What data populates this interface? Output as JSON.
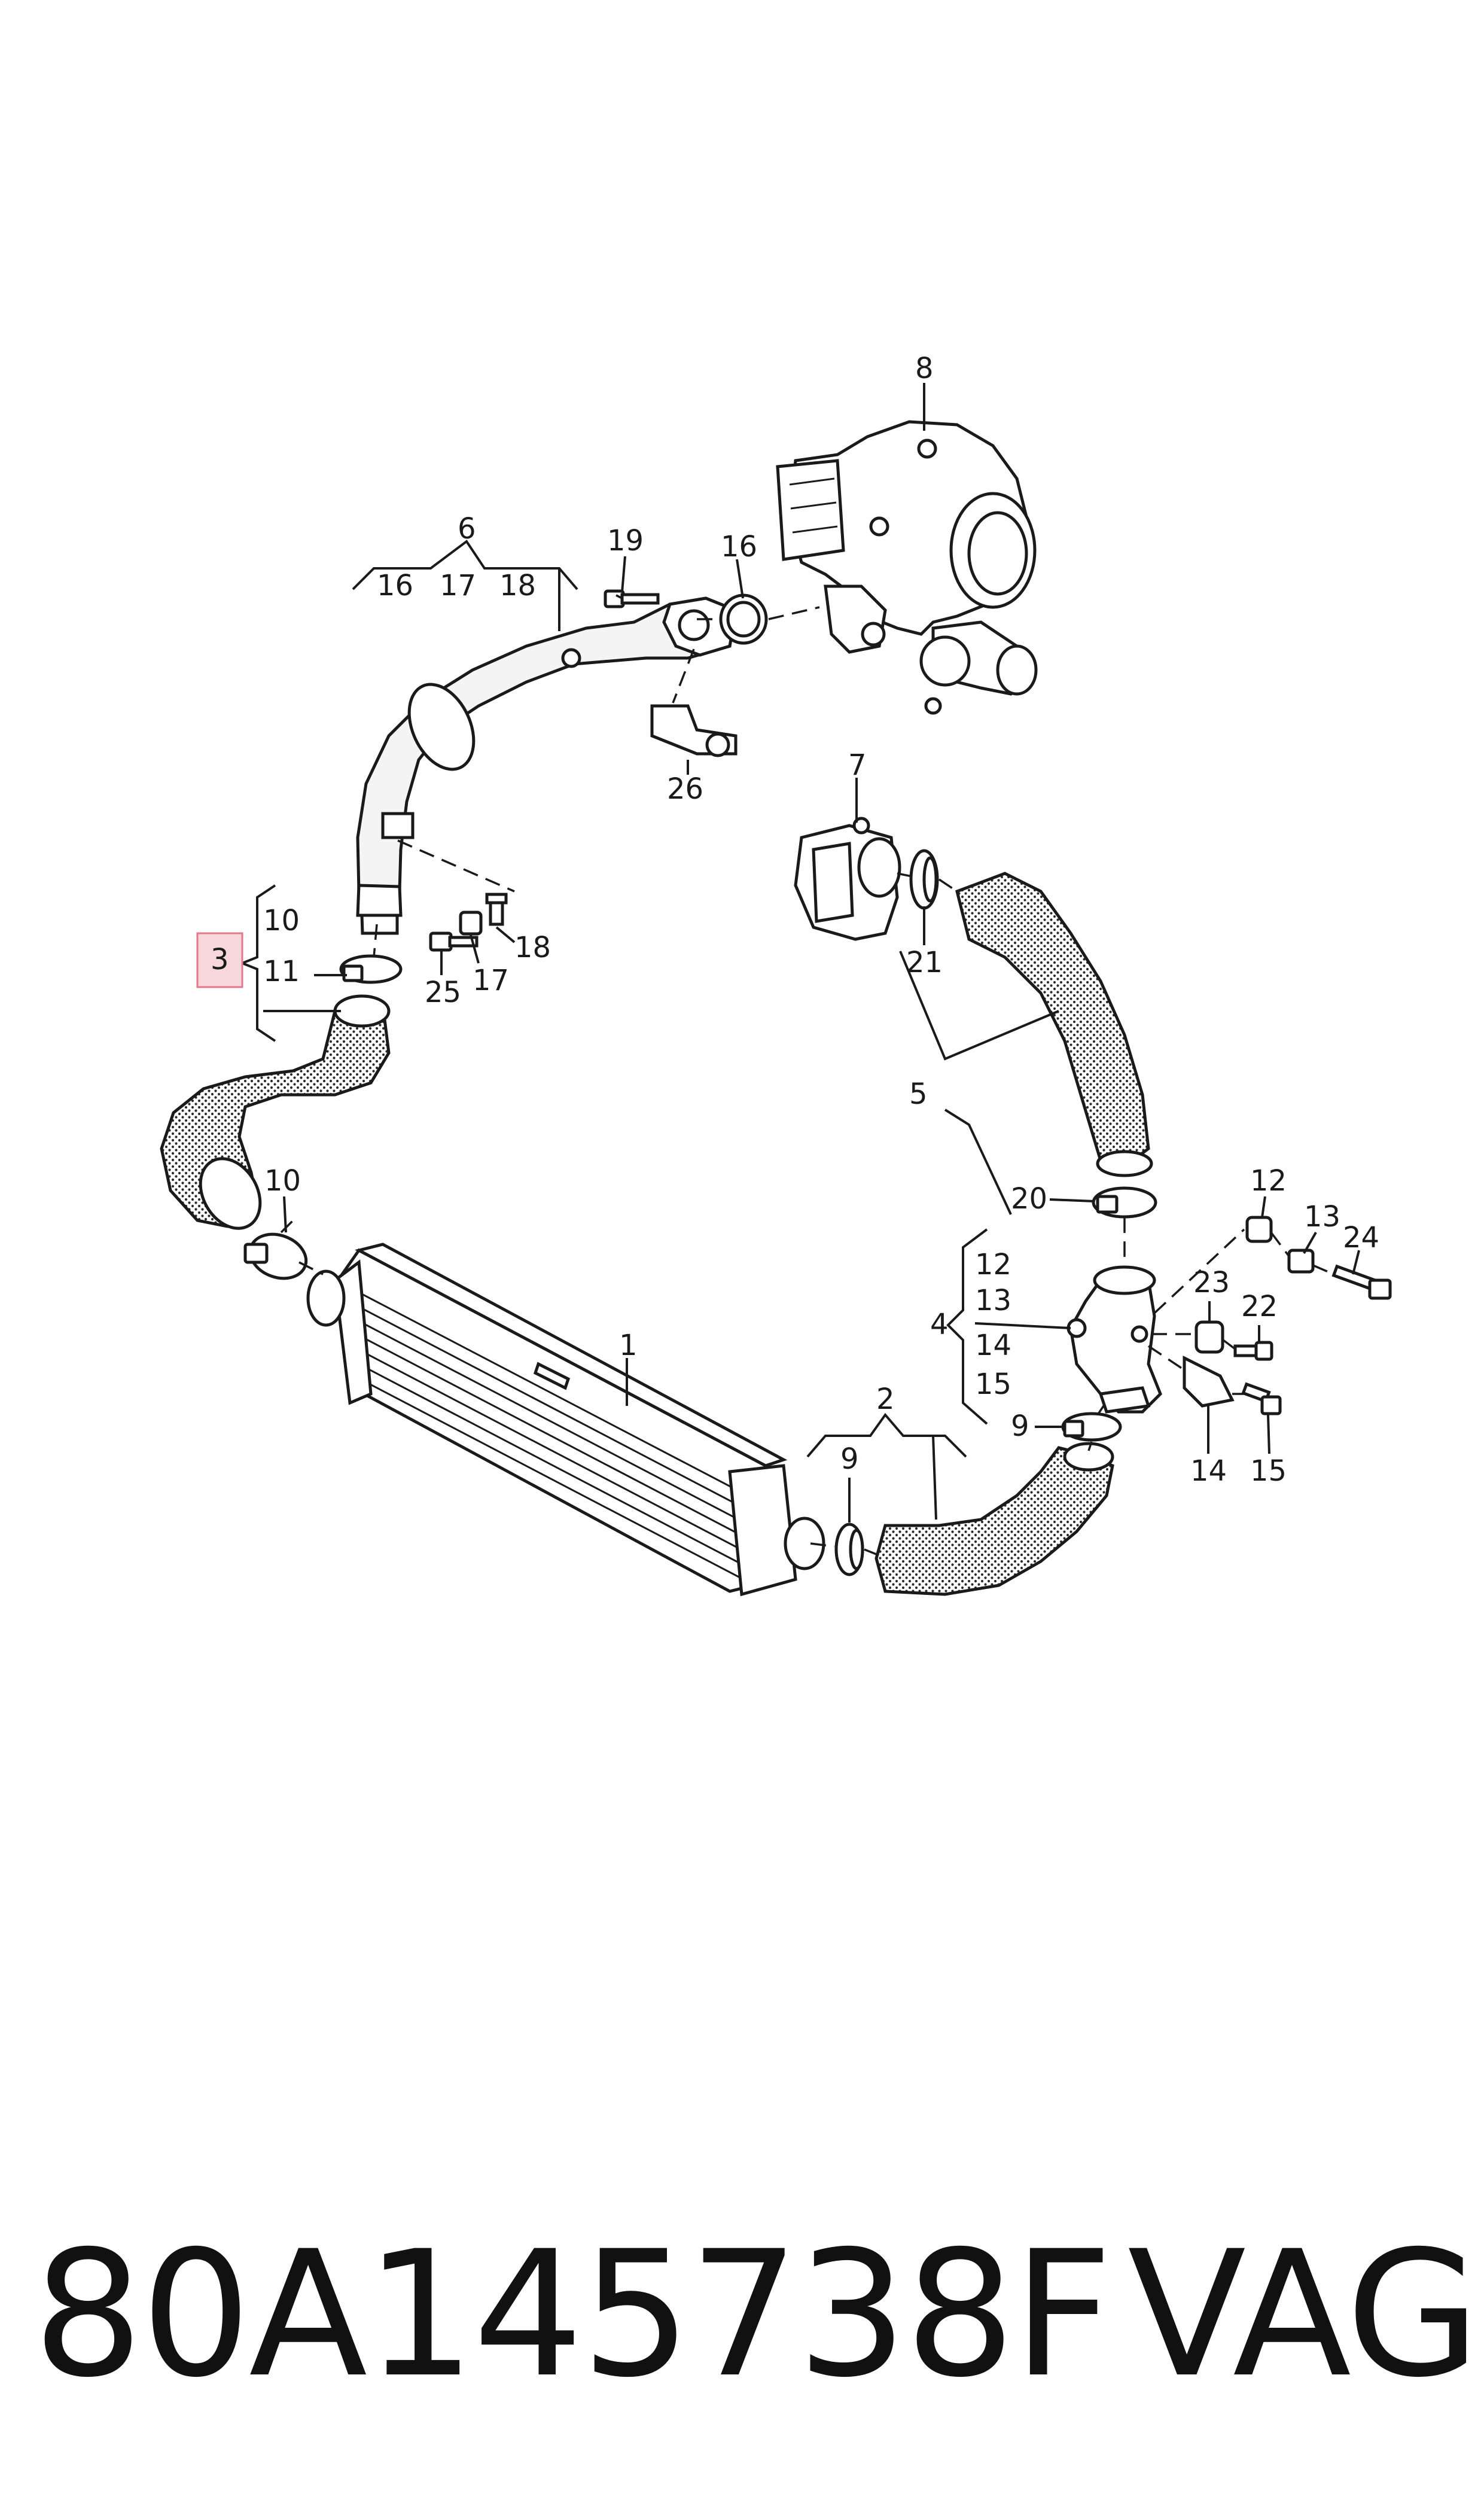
{
  "callouts": {
    "c1": "1",
    "c2": "2",
    "c3": "3",
    "c4": "4",
    "c5": "5",
    "c6": "6",
    "c7": "7",
    "c8": "8",
    "c9a": "9",
    "c9b": "9",
    "c10a": "10",
    "c10b": "10",
    "c11": "11",
    "c12a": "12",
    "c12b": "12",
    "c13a": "13",
    "c13b": "13",
    "c14a": "14",
    "c14b": "14",
    "c15a": "15",
    "c15b": "15",
    "c16a": "16",
    "c16b": "16",
    "c17a": "17",
    "c17b": "17",
    "c18a": "18",
    "c18b": "18",
    "c19": "19",
    "c20": "20",
    "c21": "21",
    "c22": "22",
    "c23": "23",
    "c24": "24",
    "c25": "25",
    "c26": "26"
  },
  "highlight_color": "#f7d6dc",
  "highlight_border": "#e07a8a",
  "footer": {
    "part_number": "80A145738F",
    "brand": "VAG"
  }
}
